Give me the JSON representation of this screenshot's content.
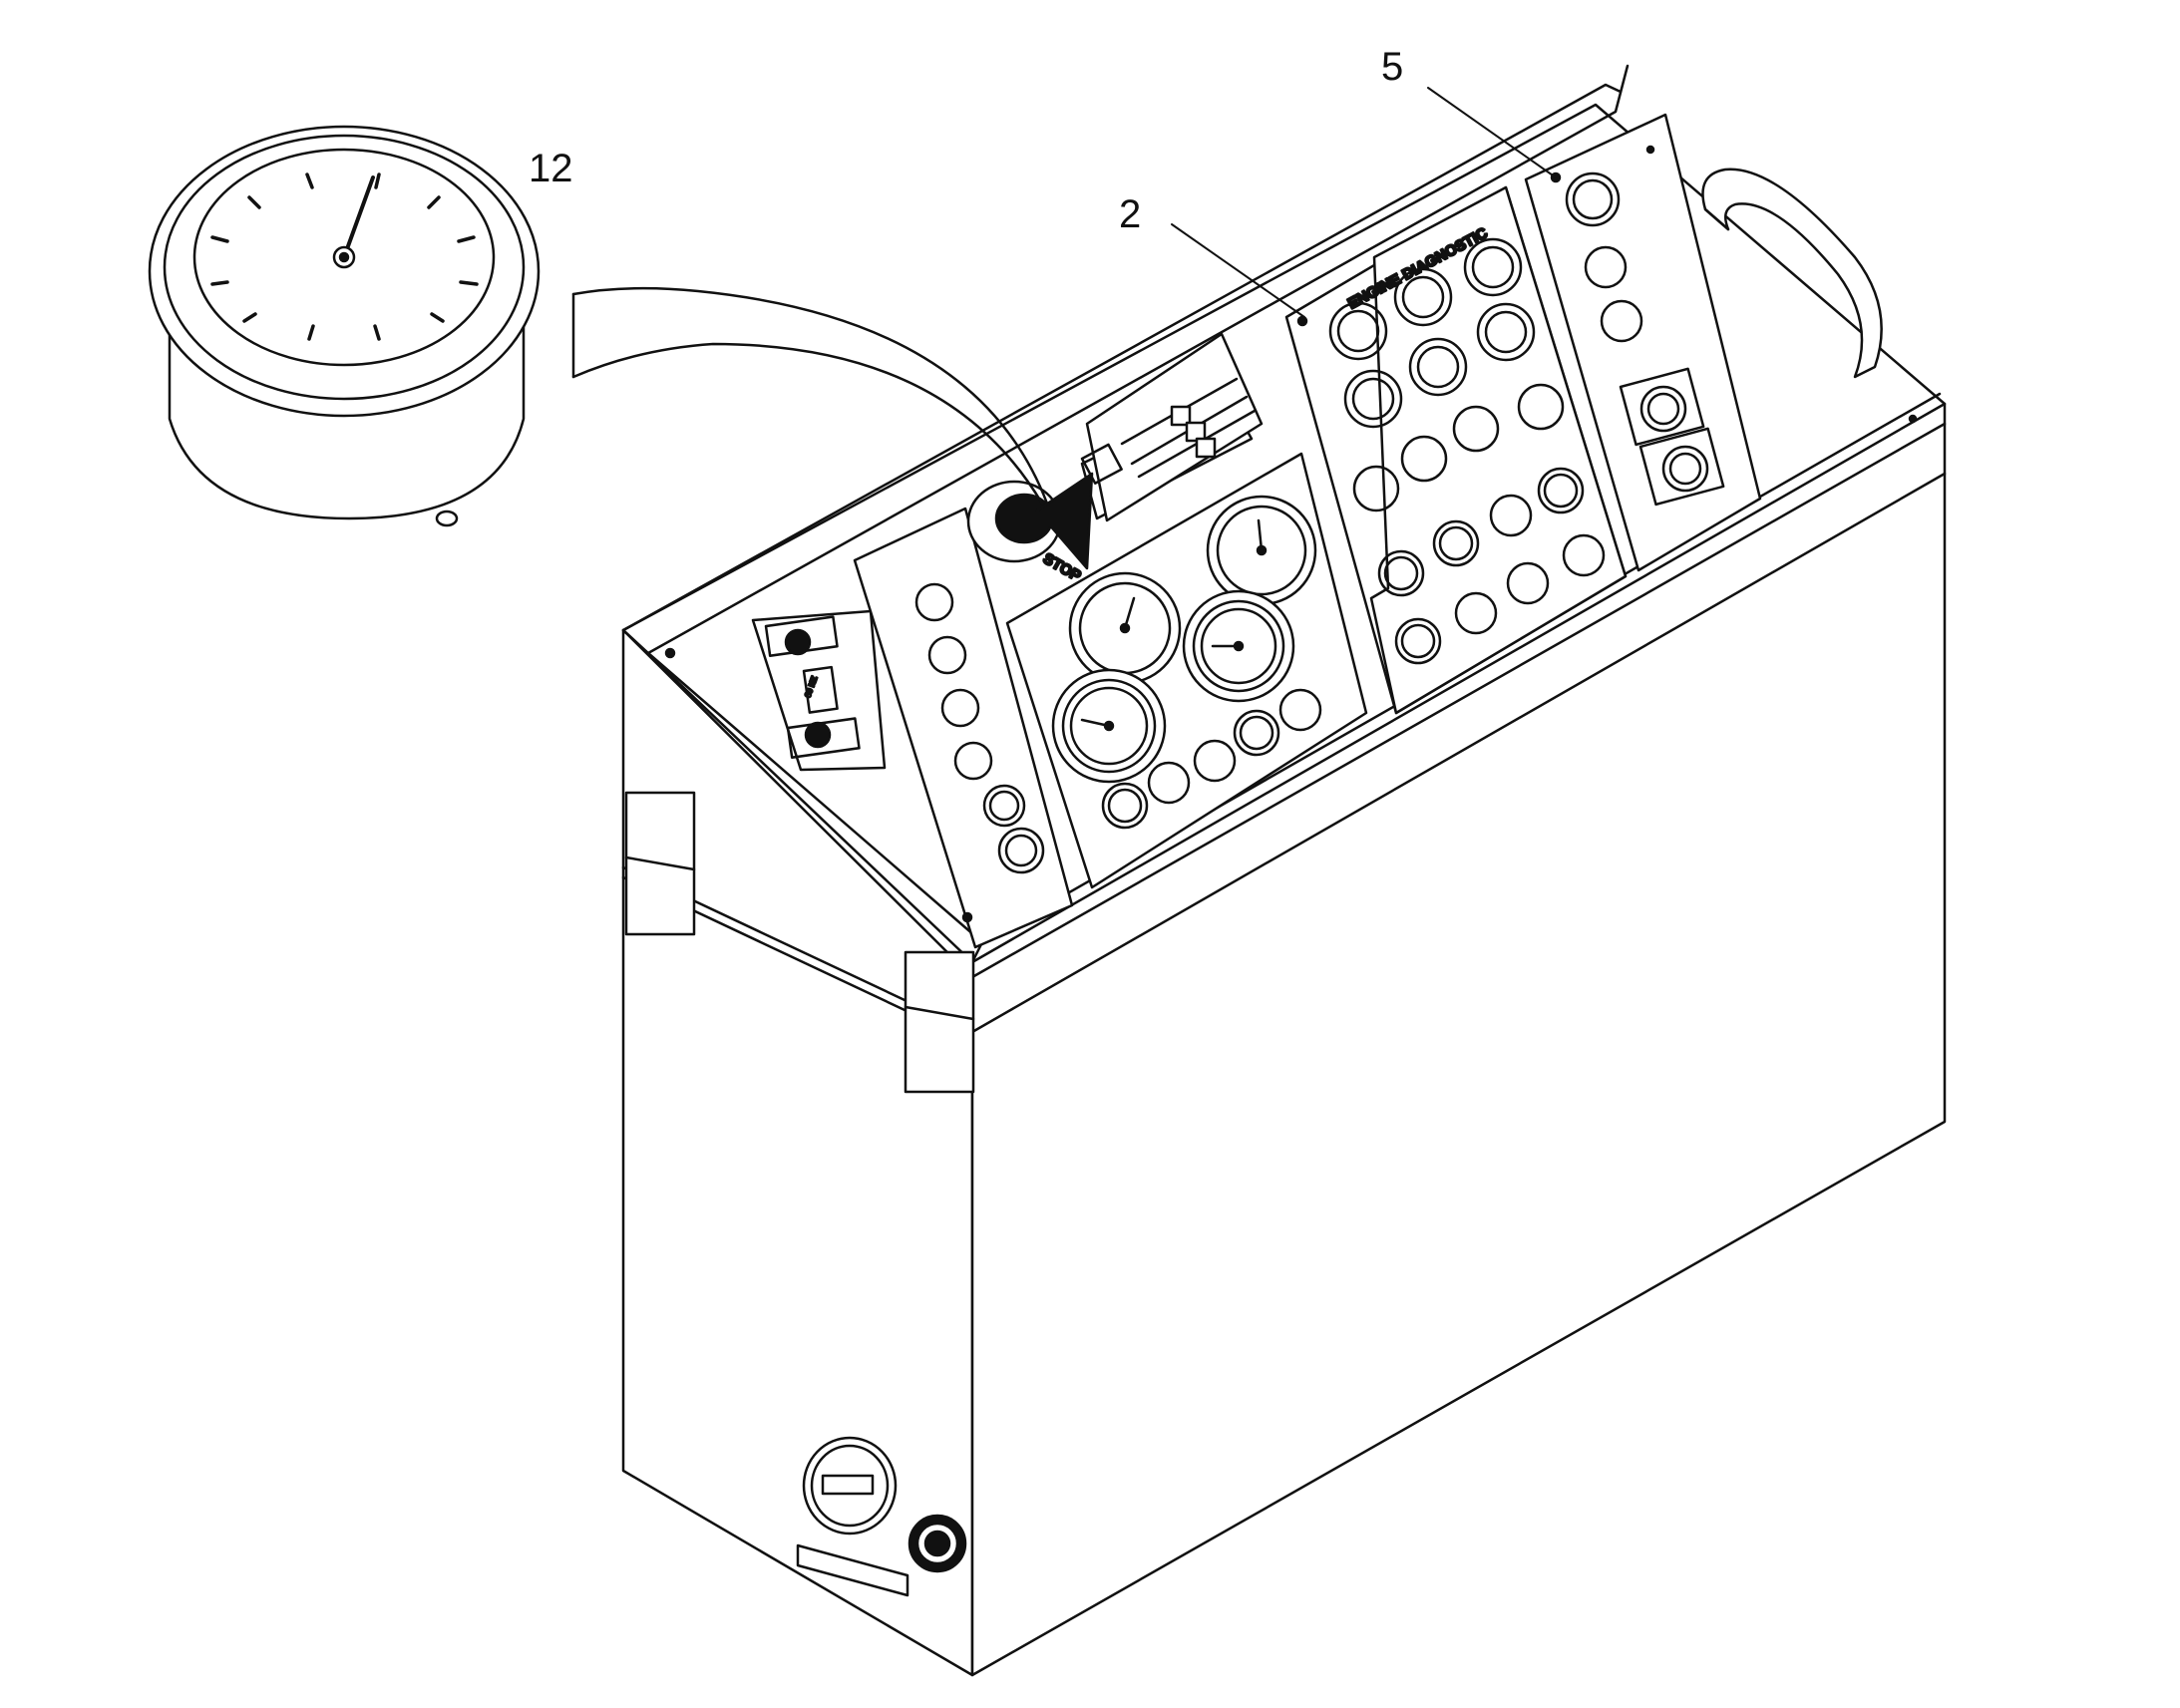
{
  "callouts": {
    "gauge_detail": "12",
    "center_panel": "2",
    "right_panel": "5"
  },
  "panel_labels": {
    "engine_diagnostic": "ENGINE DIAGNOSTIC",
    "emergency_stop": "STOP"
  },
  "colors": {
    "line": "#111111",
    "fill": "#ffffff"
  }
}
